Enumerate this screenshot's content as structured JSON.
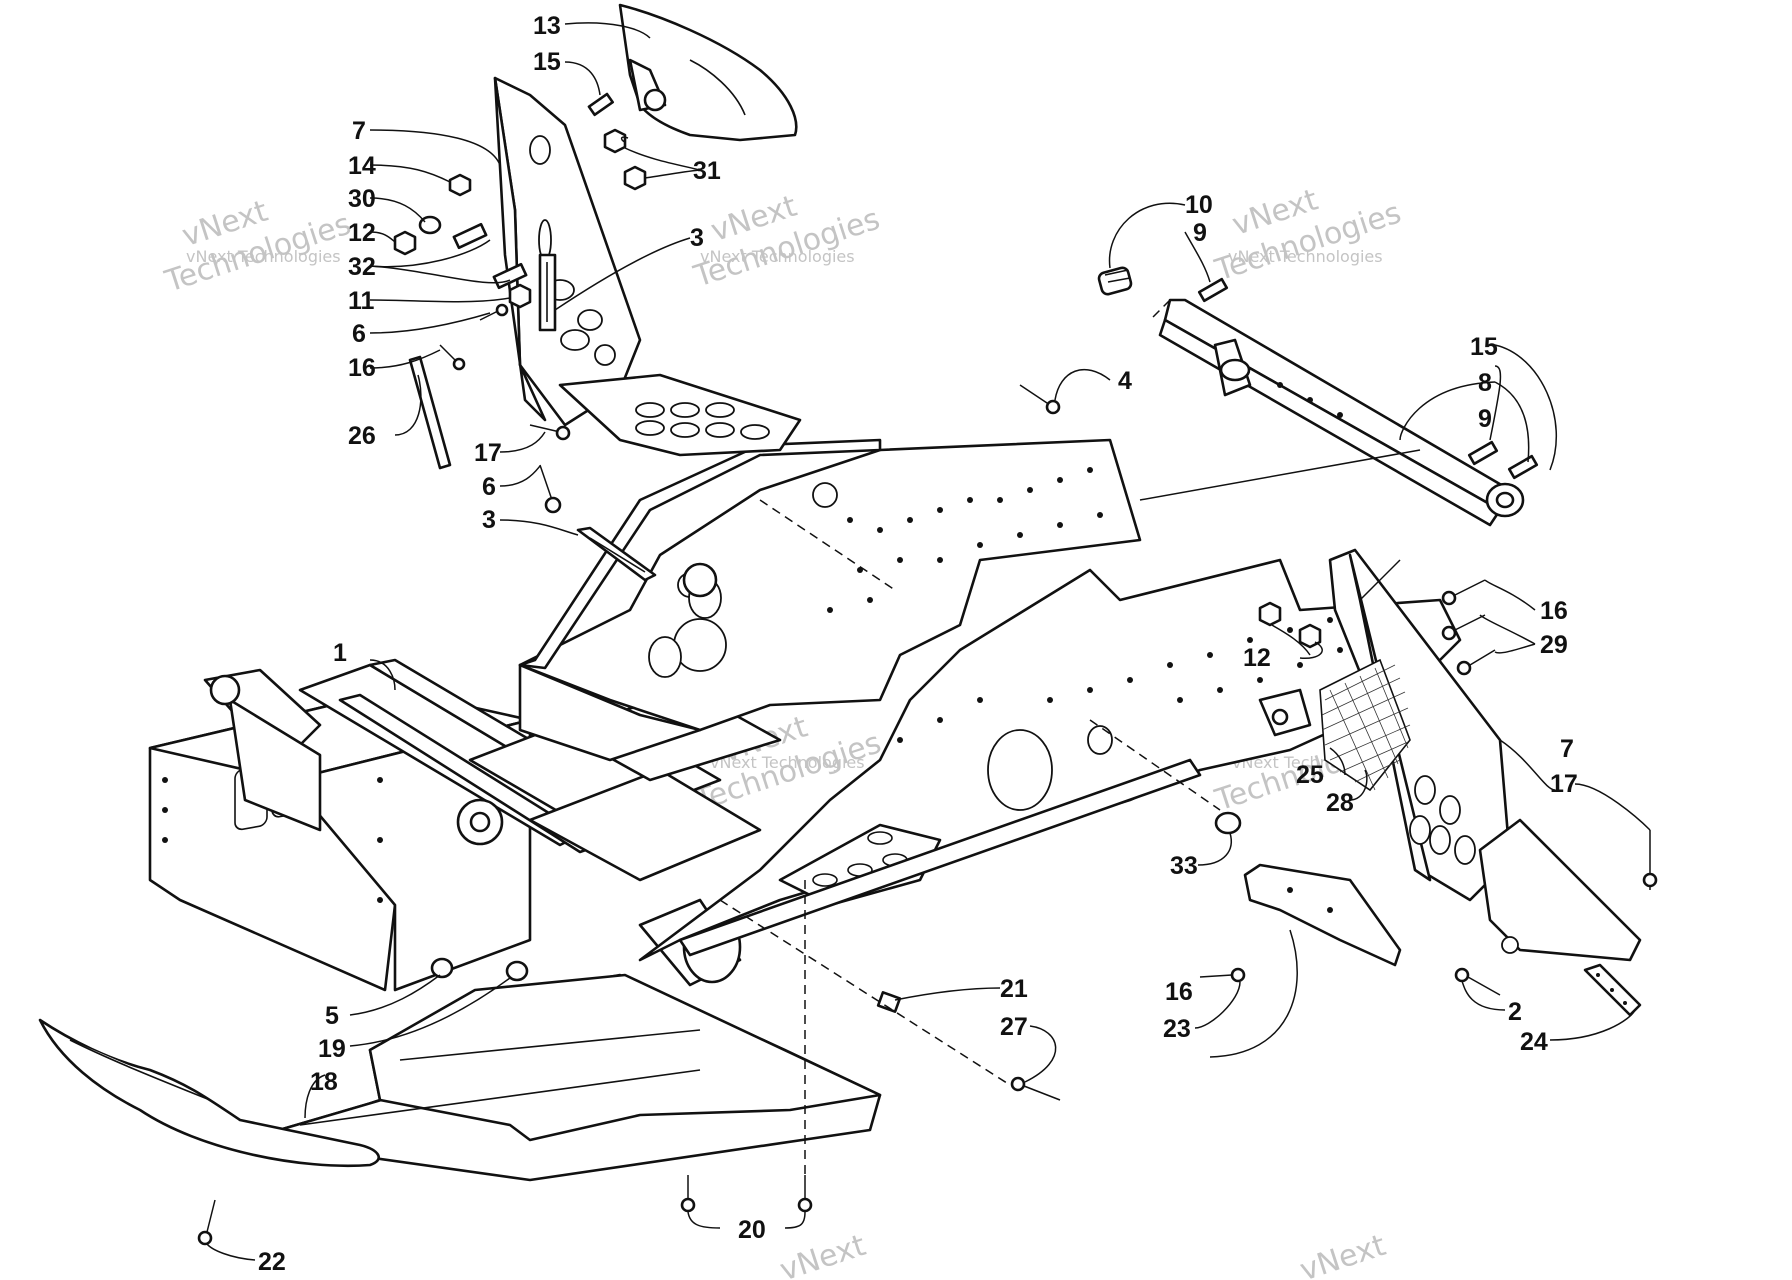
{
  "callouts": {
    "c1": "1",
    "c2": "2",
    "c3a": "3",
    "c3b": "3",
    "c4": "4",
    "c5": "5",
    "c6a": "6",
    "c6b": "6",
    "c7a": "7",
    "c7b": "7",
    "c8": "8",
    "c9a": "9",
    "c9b": "9",
    "c10": "10",
    "c11": "11",
    "c12a": "12",
    "c12b": "12",
    "c13": "13",
    "c14": "14",
    "c15a": "15",
    "c15b": "15",
    "c16a": "16",
    "c16b": "16",
    "c16c": "16",
    "c17a": "17",
    "c17b": "17",
    "c18": "18",
    "c19": "19",
    "c20": "20",
    "c21": "21",
    "c22": "22",
    "c23": "23",
    "c24": "24",
    "c25": "25",
    "c26": "26",
    "c27": "27",
    "c28": "28",
    "c29": "29",
    "c30": "30",
    "c31": "31",
    "c32": "32",
    "c33": "33"
  },
  "watermark": {
    "line1": "vNext",
    "line2": "Technologies",
    "small": "vNext Technologies"
  }
}
